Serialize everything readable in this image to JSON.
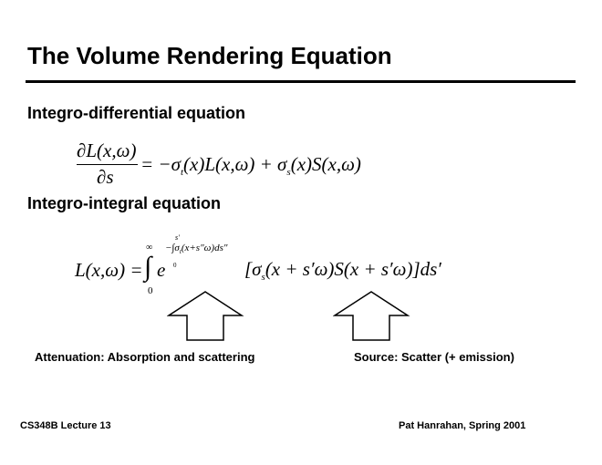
{
  "title": "The Volume Rendering Equation",
  "sections": {
    "differential": "Integro-differential equation",
    "integral": "Integro-integral equation"
  },
  "eq1": {
    "numerator": "∂L(x,ω)",
    "denominator": "∂s",
    "rhs_a": "= −σ",
    "sub_t": "t",
    "rhs_b": "(x)L(x,ω) + σ",
    "sub_s": "s",
    "rhs_c": "(x)S(x,ω)"
  },
  "eq2": {
    "lhs": "L(x,ω) =",
    "integral": "∫",
    "upper": "∞",
    "lower": "0",
    "e": "e",
    "exp_upper": "s′",
    "exp_main": "−∫σ",
    "exp_sub": "t",
    "exp_rest": "(x+s″ω)ds″",
    "exp_lower": "0",
    "bracket_a": "[σ",
    "bracket_sub": "s",
    "bracket_b": "(x + s′ω)S(x + s′ω)]ds′"
  },
  "captions": {
    "attenuation": "Attenuation: Absorption and scattering",
    "source": "Source: Scatter (+ emission)"
  },
  "footer": {
    "left": "CS348B Lecture 13",
    "right": "Pat Hanrahan, Spring 2001"
  },
  "icons": {
    "arrow": "up-arrow-outline"
  }
}
